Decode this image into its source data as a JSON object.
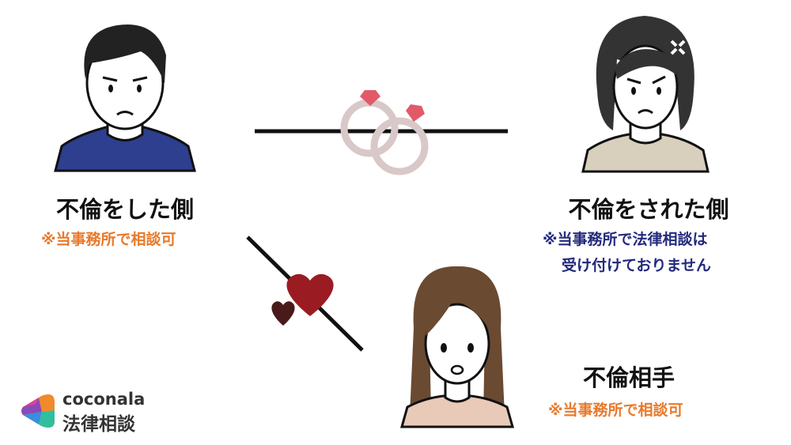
{
  "parties": {
    "cheater": {
      "label": "不倫をした側",
      "note": "※当事務所で相談可"
    },
    "victim": {
      "label": "不倫をされた側",
      "note_line1": "※当事務所で法律相談は",
      "note_line2": "受け付けておりません"
    },
    "partner": {
      "label": "不倫相手",
      "note": "※当事務所で相談可"
    }
  },
  "logo": {
    "brand": "coconala",
    "service": "法律相談"
  },
  "colors": {
    "accepted": "#e8792a",
    "not_accepted": "#232a7c",
    "heart": "#9a1c22",
    "ring": "#d9c8c8"
  }
}
